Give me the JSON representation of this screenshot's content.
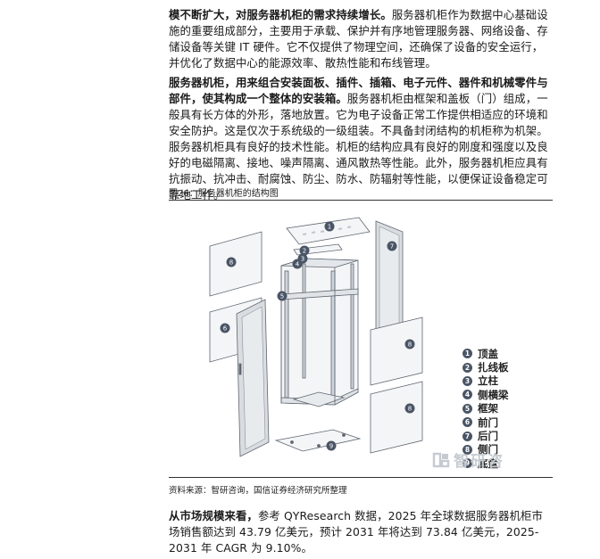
{
  "paragraph1": {
    "bold": "模不断扩大，对服务器机柜的需求持续增长。",
    "text": "服务器机柜作为数据中心基础设施的重要组成部分，主要用于承载、保护并有序地管理服务器、网络设备、存储设备等关键 IT 硬件。它不仅提供了物理空间，还确保了设备的安全运行，并优化了数据中心的能源效率、散热性能和布线管理。"
  },
  "paragraph2": {
    "bold": "服务器机柜，用来组合安装面板、插件、插箱、电子元件、器件和机械零件与部件，使其构成一个整体的安装箱。",
    "text": "服务器机柜由框架和盖板（门）组成，一般具有长方体的外形，落地放置。它为电子设备正常工作提供相适应的环境和安全防护。这是仅次于系统级的一级组装。不具备封闭结构的机柜称为机架。服务器机柜具有良好的技术性能。机柜的结构应具有良好的刚度和强度以及良好的电磁隔离、接地、噪声隔离、通风散热等性能。此外，服务器机柜应具有抗振动、抗冲击、耐腐蚀、防尘、防水、防辐射等性能，以便保证设备稳定可靠地工作。"
  },
  "figure": {
    "title": "图26：服务器机柜的结构图",
    "legend": [
      {
        "num": "1",
        "label": "顶盖"
      },
      {
        "num": "2",
        "label": "扎线板"
      },
      {
        "num": "3",
        "label": "立柱"
      },
      {
        "num": "4",
        "label": "侧横梁"
      },
      {
        "num": "5",
        "label": "框架"
      },
      {
        "num": "6",
        "label": "前门"
      },
      {
        "num": "7",
        "label": "后门"
      },
      {
        "num": "8",
        "label": "侧门"
      },
      {
        "num": "9",
        "label": "底盘"
      }
    ],
    "callouts": {
      "top_cover": "1",
      "cable_panel": "2",
      "column": "3",
      "side_beam": "4",
      "frame": "5",
      "front_door": "6",
      "rear_door": "7",
      "side_panel": "8",
      "base": "9"
    },
    "watermark": "智研咨",
    "source": "资料来源：智研咨询，国信证券经济研究所整理"
  },
  "paragraph3": {
    "bold": "从市场规模来看，",
    "text": "参考 QYResearch 数据，2025 年全球数据服务器机柜市场销售额达到 43.79 亿美元，预计 2031 年将达到 73.84 亿美元，2025-2031 年 CAGR 为 9.10%。"
  },
  "colors": {
    "badge": "#4a5566",
    "line": "#5f6670",
    "panel_fill": "#f4f5f6",
    "watermark": "#c6cbd1"
  }
}
